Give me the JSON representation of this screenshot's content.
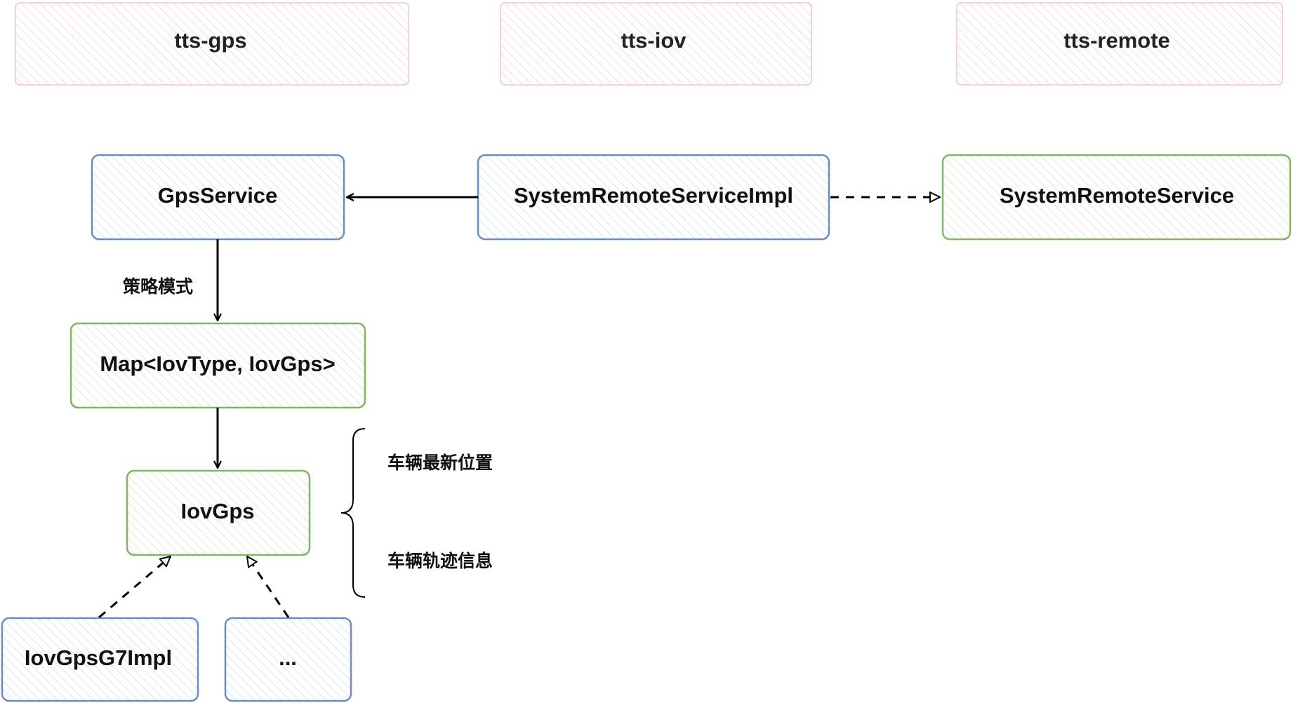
{
  "modules": {
    "gps": "tts-gps",
    "iov": "tts-iov",
    "remote": "tts-remote"
  },
  "nodes": {
    "gps_service": "GpsService",
    "system_remote_service_impl": "SystemRemoteServiceImpl",
    "system_remote_service": "SystemRemoteService",
    "iov_map": "Map<IovType, IovGps>",
    "iov_gps": "IovGps",
    "iov_gps_g7_impl": "IovGpsG7Impl",
    "more_impl": "..."
  },
  "edges": {
    "strategy_label": "策略模式"
  },
  "notes": {
    "latest_position": "车辆最新位置",
    "track_info": "车辆轨迹信息"
  },
  "colors": {
    "module_stroke": "#f2c6c6",
    "module_hatch": "#f5cfcf",
    "blue_stroke": "#6c8ebf",
    "blue_hatch": "#cdddea",
    "green_stroke": "#82b366",
    "green_hatch": "#d2e4c6",
    "edge": "#000000"
  }
}
